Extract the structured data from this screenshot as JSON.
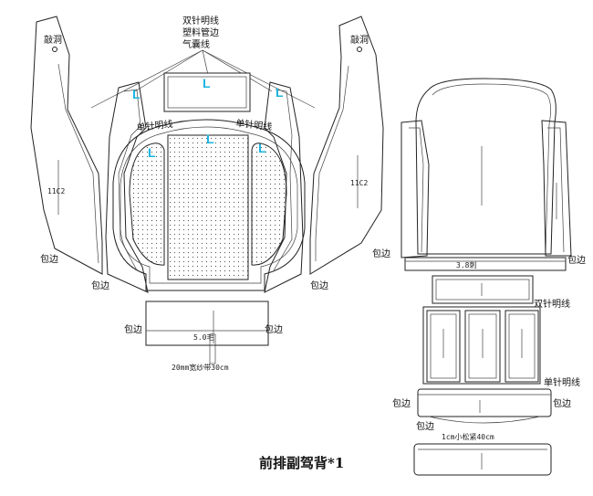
{
  "title": "前排副驾背*1",
  "labels": {
    "top_notes": [
      "双针明线",
      "塑料管边",
      "气囊线"
    ],
    "hole_left": "敲洞",
    "hole_right": "敲洞",
    "code_left": "11C2",
    "code_right": "11C2",
    "single_stitch_left": "单针明线",
    "single_stitch_right": "单针明线",
    "binding": "包边",
    "letter_L": "L",
    "strip_5": "5.0毛",
    "band_20mm": "20mm宽纱带30cm",
    "stab_38": "3.8刺",
    "double_stitch": "双针明线",
    "single_stitch": "单针明线",
    "elastic_1cm": "1cm小松紧40cm"
  }
}
